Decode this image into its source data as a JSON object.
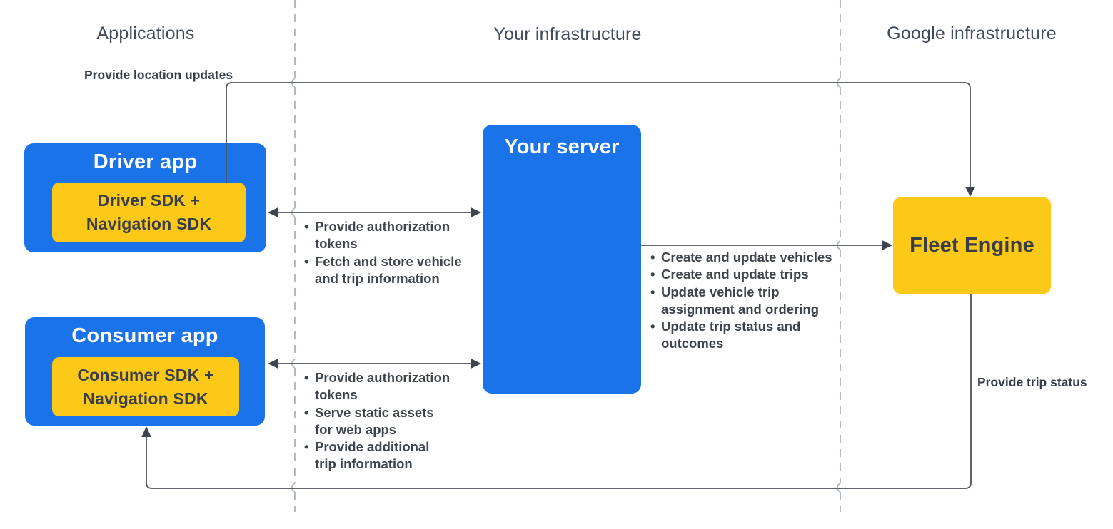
{
  "columns": {
    "applications": "Applications",
    "your_infrastructure": "Your infrastructure",
    "google_infrastructure": "Google infrastructure"
  },
  "nodes": {
    "driver_app": {
      "title": "Driver app",
      "sdk": "Driver SDK +\nNavigation SDK"
    },
    "consumer_app": {
      "title": "Consumer app",
      "sdk": "Consumer SDK +\nNavigation SDK"
    },
    "your_server": {
      "title": "Your server"
    },
    "fleet_engine": {
      "title": "Fleet Engine"
    }
  },
  "flows": {
    "location_updates": {
      "label": "Provide location updates",
      "from": "Driver SDK + Navigation SDK",
      "to": "Fleet Engine"
    },
    "trip_status": {
      "label": "Provide trip status",
      "from": "Fleet Engine",
      "to": "Consumer app"
    },
    "driver_server": {
      "bullets": [
        "Provide authorization\ntokens",
        "Fetch and store vehicle\nand trip information"
      ]
    },
    "consumer_server": {
      "bullets": [
        "Provide authorization\ntokens",
        "Serve static assets\nfor web apps",
        "Provide additional\ntrip information"
      ]
    },
    "server_fleet": {
      "bullets": [
        "Create and update vehicles",
        "Create and update trips",
        "Update vehicle trip\nassignment and ordering",
        "Update trip status and\noutcomes"
      ]
    }
  },
  "colors": {
    "box_blue": "#1A73E8",
    "box_yellow": "#FCC919",
    "title_on_blue": "#FFFFFF",
    "text_dark": "#3E444C",
    "heading_gray": "#414B5A",
    "solid_line": "#4D535C",
    "arrowhead": "#3E444D",
    "dashed_line": "#B3BAC4",
    "background": "#FFFFFF"
  }
}
